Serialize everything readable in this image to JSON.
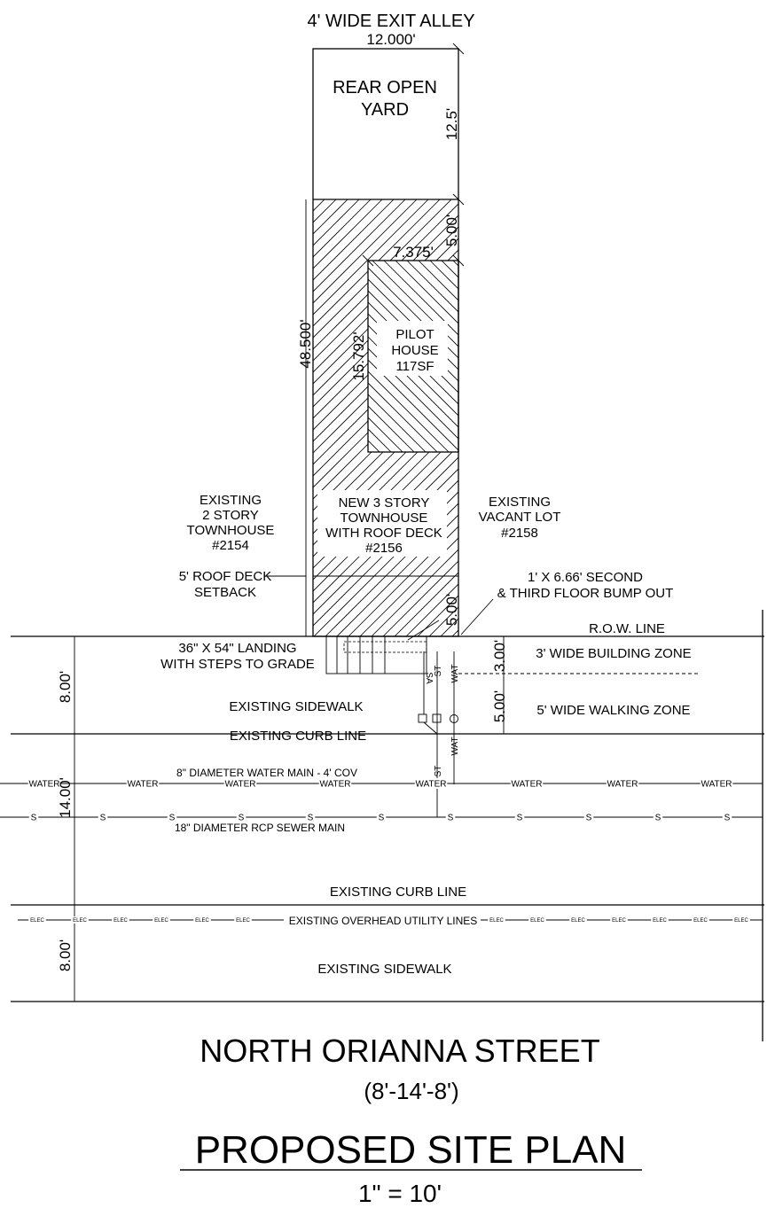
{
  "labels": {
    "exit_alley": "4' WIDE EXIT ALLEY",
    "lot_width": "12.000'",
    "rear_yard_1": "REAR OPEN",
    "rear_yard_2": "YARD",
    "rear_yard_depth": "12.5'",
    "rear_setback": "5.00'",
    "pilot_width": "7.375'",
    "lot_depth": "48.500'",
    "pilot_depth": "15.792'",
    "pilot_1": "PILOT",
    "pilot_2": "HOUSE",
    "pilot_3": "117SF",
    "new_th_1": "NEW 3 STORY",
    "new_th_2": "TOWNHOUSE",
    "new_th_3": "WITH ROOF DECK",
    "new_th_4": "#2156",
    "left_nbr_1": "EXISTING",
    "left_nbr_2": "2 STORY",
    "left_nbr_3": "TOWNHOUSE",
    "left_nbr_4": "#2154",
    "right_nbr_1": "EXISTING",
    "right_nbr_2": "VACANT LOT",
    "right_nbr_3": "#2158",
    "roof_setback_1": "5'  ROOF DECK",
    "roof_setback_2": "SETBACK",
    "roof_setback_dim": "5.00'",
    "bump_1": "1' X 6.66' SECOND",
    "bump_2": "& THIRD FLOOR BUMP OUT",
    "row_line": "R.O.W. LINE",
    "landing_1": "36\" X 54\" LANDING",
    "landing_2": "WITH STEPS TO GRADE",
    "bldg_zone_dim": "3.00'",
    "bldg_zone": "3' WIDE BUILDING ZONE",
    "walk_zone_dim": "5.00'",
    "walk_zone": "5' WIDE WALKING ZONE",
    "sidewalk_top_dim": "8.00'",
    "sidewalk_top": "EXISTING SIDEWALK",
    "curb_top": "EXISTING CURB LINE",
    "water_main": "8\" DIAMETER WATER MAIN - 4' COV",
    "street_dim": "14.00'",
    "sewer_main": "18\" DIAMETER RCP SEWER MAIN",
    "curb_bottom": "EXISTING CURB LINE",
    "overhead": "EXISTING OVERHEAD UTILITY LINES",
    "sidewalk_bottom_dim": "8.00'",
    "sidewalk_bottom": "EXISTING SIDEWALK",
    "water_tag": "WATER",
    "sewer_tag": "S",
    "elec_tag": "ELEC",
    "lat_sa": "SA",
    "lat_st": "ST",
    "lat_wat": "WAT",
    "street_name": "NORTH ORIANNA STREET",
    "street_section": "(8'-14'-8')",
    "plan_title": "PROPOSED SITE PLAN",
    "scale": "1\" = 10'"
  }
}
